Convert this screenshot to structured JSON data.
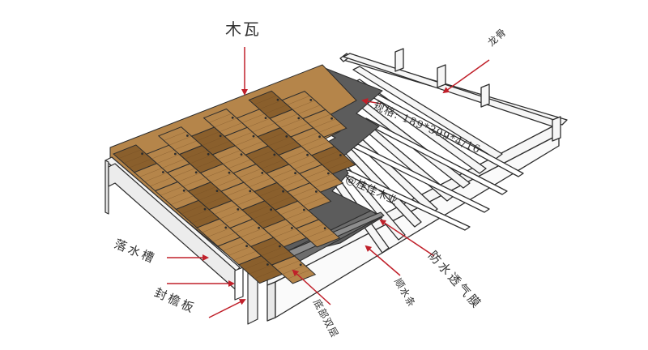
{
  "labels": {
    "wood_shingle": "木瓦",
    "keel": "龙骨",
    "spec": "规格: 189*399*4/16",
    "watermark": "@桂佳木业",
    "gutter": "落水槽",
    "fascia": "封檐板",
    "breathable_membrane": "防水透气膜",
    "counter_batten": "顺水条",
    "underlay": "底部双层"
  },
  "colors": {
    "shingle": "#b5854a",
    "shingle_dark": "#8a5f2c",
    "shingle_grain": "#6f4a22",
    "membrane": "#5c5c5c",
    "membrane_light": "#8d8d8d",
    "frame": "#f4f4f4",
    "outline": "#2d2d2d",
    "arrow": "#c0202a"
  }
}
